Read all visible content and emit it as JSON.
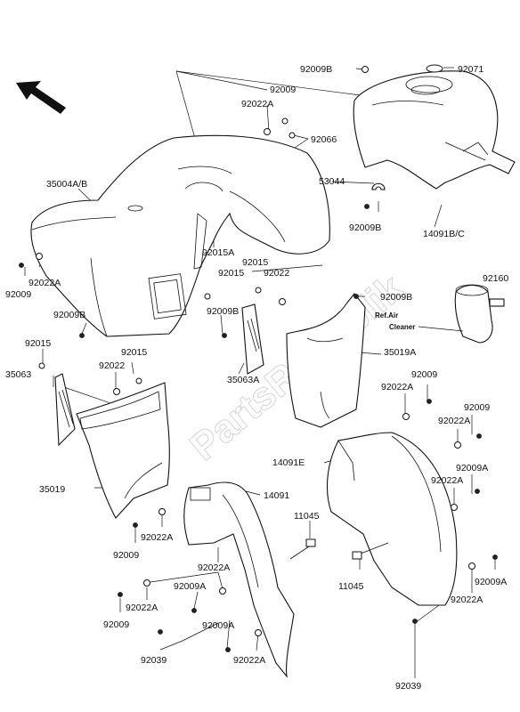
{
  "diagram": {
    "watermark": "PartsRepublik",
    "air_cleaner_note": [
      "Ref.Air",
      "Cleaner"
    ],
    "labels": {
      "l_92009_top": "92009",
      "l_92009B_top": "92009B",
      "l_92071": "92071",
      "l_92022A_top": "92022A",
      "l_92066": "92066",
      "l_35004": "35004A/B",
      "l_53044": "53044",
      "l_92009B_r1": "92009B",
      "l_14091BC": "14091B/C",
      "l_92009_left": "92009",
      "l_92022A_left": "92022A",
      "l_92015A": "92015A",
      "l_92015_a": "92015",
      "l_92015_b": "92015",
      "l_92022_mid": "92022",
      "l_92009B_r2": "92009B",
      "l_92160": "92160",
      "l_92009B_mid": "92009B",
      "l_92009B_left": "92009B",
      "l_92015_left": "92015",
      "l_92022_left": "92022",
      "l_92015_c": "92015",
      "l_35019A": "35019A",
      "l_35063": "35063",
      "l_35063A": "35063A",
      "l_92009_r3": "92009",
      "l_92022A_r3": "92022A",
      "l_92009_r4": "92009",
      "l_92022A_r4": "92022A",
      "l_14091E": "14091E",
      "l_92009A_r5": "92009A",
      "l_92022A_r5": "92022A",
      "l_35019": "35019",
      "l_14091": "14091",
      "l_11045_top": "11045",
      "l_92022A_low1": "92022A",
      "l_92009_low1": "92009",
      "l_92022A_low2": "92022A",
      "l_92009A_low": "92009A",
      "l_92022A_low3": "92022A",
      "l_92009_low2": "92009",
      "l_92009A_low2": "92009A",
      "l_92039_left": "92039",
      "l_92022A_bot": "92022A",
      "l_11045_bot": "11045",
      "l_92009A_bot": "92009A",
      "l_92022A_br": "92022A",
      "l_92039_right": "92039"
    }
  }
}
